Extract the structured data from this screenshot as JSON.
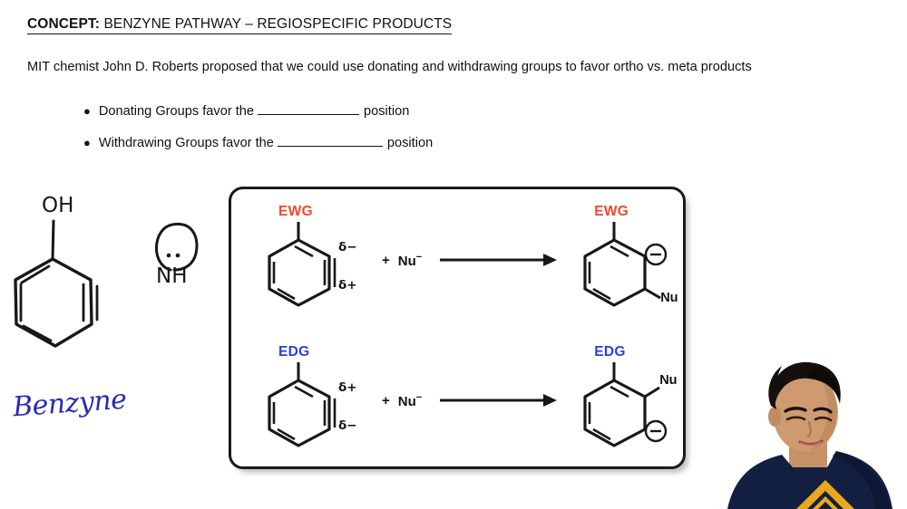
{
  "heading": {
    "keyword": "CONCEPT:",
    "title": " BENZYNE PATHWAY – REGIOSPECIFIC PRODUCTS"
  },
  "intro": {
    "paragraph": "MIT chemist John D. Roberts proposed that we could use donating and withdrawing groups to favor ortho vs. meta products"
  },
  "bullets": [
    {
      "marker": "●",
      "before_blank": "Donating Groups favor the",
      "blank_value": "",
      "after_blank": "position"
    },
    {
      "marker": "●",
      "before_blank": "Withdrawing Groups favor the",
      "blank_value": "",
      "after_blank": "position"
    }
  ],
  "reaction_panel": {
    "rows": [
      {
        "id": "ewg",
        "group_label": "EWG",
        "group_color": "#F04A28",
        "delta_top": "δ−",
        "delta_bottom": "δ+",
        "plus": "+",
        "reagent": "Nu",
        "reagent_charge": "−",
        "product_charge": "⊖",
        "product_nucleophile": "Nu",
        "product_regiochemistry": "meta"
      },
      {
        "id": "edg",
        "group_label": "EDG",
        "group_color": "#2A3FE0",
        "delta_top": "δ+",
        "delta_bottom": "δ−",
        "plus": "+",
        "reagent": "Nu",
        "reagent_charge": "−",
        "product_charge": "⊖",
        "product_nucleophile": "Nu",
        "product_regiochemistry": "ortho"
      }
    ]
  },
  "annotations": {
    "hydroxyl_label": "OH",
    "amide_label": "NH",
    "handwriting_benzyne": "Benzyne",
    "ink_blue": "#2A2AB8",
    "ink_black": "#17171c"
  }
}
